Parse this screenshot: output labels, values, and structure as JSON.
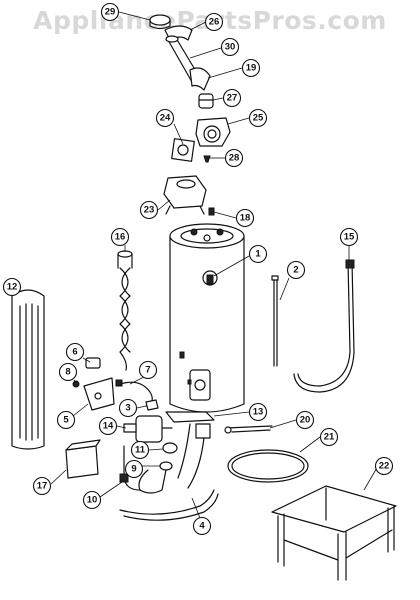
{
  "watermark": "AppliancePartsPros.com",
  "callouts": [
    {
      "id": "29",
      "label": "29"
    },
    {
      "id": "26",
      "label": "26"
    },
    {
      "id": "30",
      "label": "30"
    },
    {
      "id": "19",
      "label": "19"
    },
    {
      "id": "27",
      "label": "27"
    },
    {
      "id": "24",
      "label": "24"
    },
    {
      "id": "25",
      "label": "25"
    },
    {
      "id": "28",
      "label": "28"
    },
    {
      "id": "23",
      "label": "23"
    },
    {
      "id": "18",
      "label": "18"
    },
    {
      "id": "16",
      "label": "16"
    },
    {
      "id": "15",
      "label": "15"
    },
    {
      "id": "1",
      "label": "1"
    },
    {
      "id": "2",
      "label": "2"
    },
    {
      "id": "12",
      "label": "12"
    },
    {
      "id": "6",
      "label": "6"
    },
    {
      "id": "8",
      "label": "8"
    },
    {
      "id": "7",
      "label": "7"
    },
    {
      "id": "5",
      "label": "5"
    },
    {
      "id": "3",
      "label": "3"
    },
    {
      "id": "14",
      "label": "14"
    },
    {
      "id": "13",
      "label": "13"
    },
    {
      "id": "20",
      "label": "20"
    },
    {
      "id": "21",
      "label": "21"
    },
    {
      "id": "11",
      "label": "11"
    },
    {
      "id": "9",
      "label": "9"
    },
    {
      "id": "17",
      "label": "17"
    },
    {
      "id": "10",
      "label": "10"
    },
    {
      "id": "22",
      "label": "22"
    },
    {
      "id": "4",
      "label": "4"
    }
  ]
}
